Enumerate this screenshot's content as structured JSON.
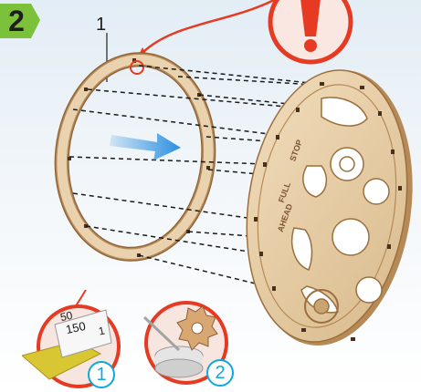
{
  "step": {
    "number": "2"
  },
  "callout": {
    "part_number": "1"
  },
  "tools": [
    {
      "number": "1",
      "icon": "sandpaper-icon"
    },
    {
      "number": "2",
      "icon": "wax-candle-icon"
    }
  ],
  "sandpaper_grit_labels": [
    "150",
    "50",
    "1"
  ],
  "dial_labels": [
    "STOP",
    "FULL",
    "AHEAD"
  ],
  "colors": {
    "step_badge": "#7cc13a",
    "warning_red": "#e63a22",
    "arrow_blue": "#2a8fe0",
    "tool_number_blue": "#0fa8dc",
    "plywood": "#e9d2ad",
    "plywood_edge": "#b58a57"
  }
}
